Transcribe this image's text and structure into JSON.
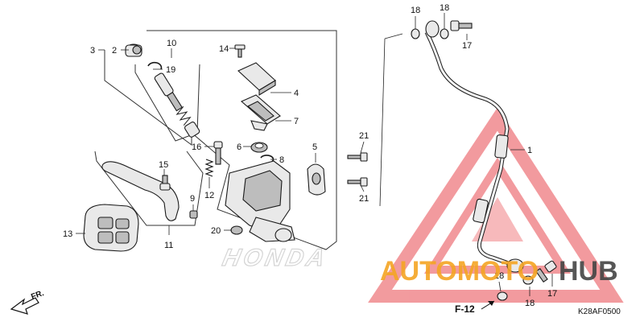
{
  "diagram": {
    "part_numbers": [
      "1",
      "2",
      "3",
      "4",
      "5",
      "6",
      "7",
      "8",
      "9",
      "10",
      "11",
      "12",
      "13",
      "14",
      "15",
      "16",
      "17",
      "18",
      "19",
      "20",
      "21"
    ],
    "callouts": {
      "c1": "1",
      "c2": "2",
      "c3": "3",
      "c4": "4",
      "c5": "5",
      "c6": "6",
      "c7": "7",
      "c8": "8",
      "c9": "9",
      "c10": "10",
      "c11": "11",
      "c12": "12",
      "c13": "13",
      "c14": "14",
      "c15": "15",
      "c16": "16",
      "c17a": "17",
      "c17b": "17",
      "c18a": "18",
      "c18b": "18",
      "c18c": "18",
      "c18d": "18",
      "c19": "19",
      "c20": "20",
      "c21a": "21",
      "c21b": "21"
    },
    "front_indicator": "FR.",
    "page_reference": "F-12",
    "diagram_code": "K28AF0500",
    "background_mark": "HONDA"
  },
  "watermark": {
    "text_orange": "AUTOMOTO",
    "text_dark": "HUB",
    "colors": {
      "orange": "#f5a523",
      "dark": "#444444",
      "triangle": "#e8484f"
    }
  }
}
